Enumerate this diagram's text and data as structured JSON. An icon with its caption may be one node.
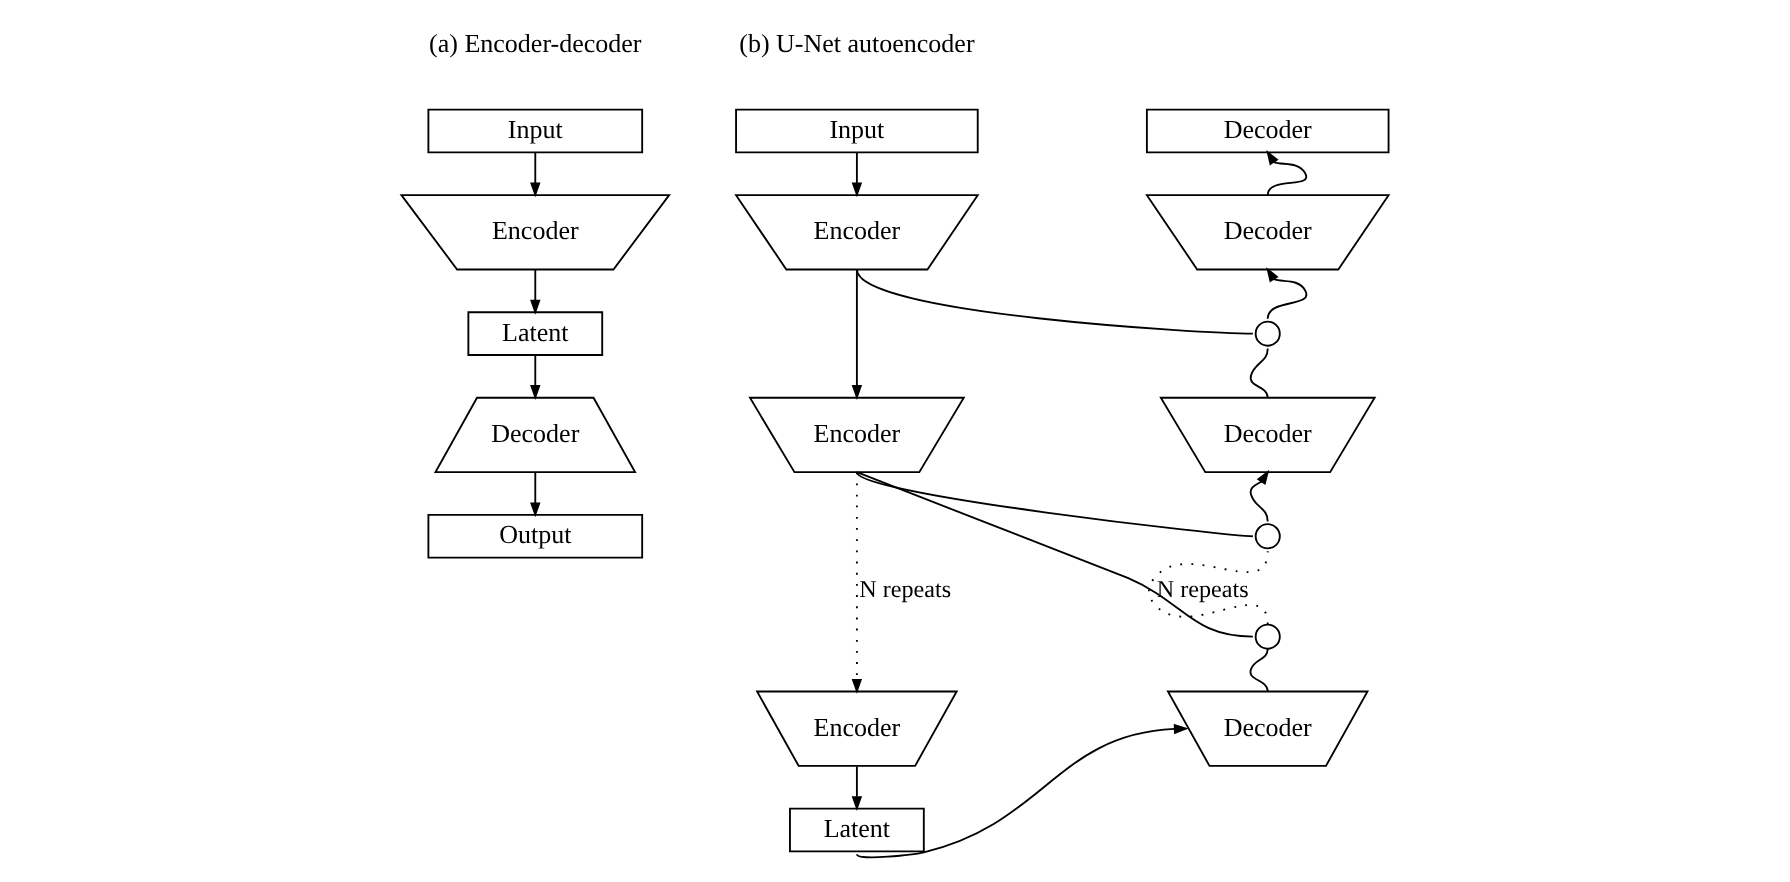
{
  "diagram": {
    "nodes": [
      {
        "text": [
          "Input"
        ]
      },
      {
        "text": [
          "Encoder"
        ]
      },
      {
        "text": [
          "Latent"
        ]
      },
      {
        "text": [
          "Decoder"
        ]
      },
      {
        "text": [
          "Output"
        ]
      },
      {
        "text": [
          "Input"
        ]
      },
      {
        "text": [
          "Decoder"
        ]
      },
      {
        "text": [
          "Encoder"
        ]
      },
      {
        "text": [
          "Decoder"
        ]
      },
      {
        "text": [],
        "shape": "circle"
      },
      {
        "text": [
          "Encoder"
        ]
      },
      {
        "text": [
          "Decoder"
        ]
      },
      {
        "text": [],
        "shape": "circle"
      },
      {
        "text": [],
        "shape": "circle"
      },
      {
        "text": [
          "Encoder"
        ]
      },
      {
        "text": [
          "Decoder"
        ]
      },
      {
        "text": [
          "Latent"
        ]
      }
    ],
    "edges": [
      {
        "from": 0,
        "to": 1,
        "arrow": "to"
      },
      {
        "from": 1,
        "to": 2,
        "arrow": "to"
      },
      {
        "from": 2,
        "to": 3,
        "arrow": "to"
      },
      {
        "from": 3,
        "to": 4,
        "arrow": "to"
      },
      {
        "from": 5,
        "to": 7,
        "arrow": "to"
      },
      {
        "from": 7,
        "to": 10,
        "arrow": "to"
      },
      {
        "from": 7,
        "to": 9,
        "arrow": "none"
      },
      {
        "from": 10,
        "to": 14,
        "arrow": "to",
        "style": "dashed",
        "label": "N repeats"
      },
      {
        "from": 10,
        "to": 12,
        "arrow": "none"
      },
      {
        "from": 10,
        "to": 13,
        "arrow": "none"
      },
      {
        "from": 14,
        "to": 16,
        "arrow": "to"
      },
      {
        "from": 16,
        "to": 15,
        "arrow": "to"
      },
      {
        "from": 15,
        "to": 13,
        "arrow": "none"
      },
      {
        "from": 13,
        "to": 12,
        "arrow": "none",
        "style": "dashed",
        "label": "N repeats"
      },
      {
        "from": 12,
        "to": 11,
        "arrow": "to"
      },
      {
        "from": 11,
        "to": 9,
        "arrow": "none"
      },
      {
        "from": 9,
        "to": 8,
        "arrow": "to"
      },
      {
        "from": 8,
        "to": 6,
        "arrow": "to"
      }
    ],
    "labels": [
      "(a) Encoder-decoder",
      "(b) U-Net autoencoder"
    ]
  }
}
